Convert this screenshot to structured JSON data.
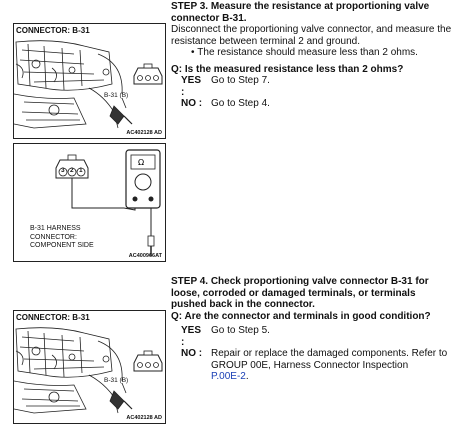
{
  "figures": {
    "fig1": {
      "title": "CONNECTOR: B-31",
      "callout": "B-31 (B)",
      "code": "AC402128 AD"
    },
    "fig2": {
      "caption_lines": [
        "B-31 HARNESS",
        "CONNECTOR:",
        "COMPONENT SIDE"
      ],
      "code": "AC400966AT",
      "pins": [
        "3",
        "2",
        "1"
      ]
    },
    "fig3": {
      "title": "CONNECTOR: B-31",
      "callout": "B-31 (B)",
      "code": "AC402128 AD"
    }
  },
  "step3": {
    "heading_l1": "STEP 3. Measure the resistance at proportioning valve",
    "heading_l2": "connector B-31.",
    "body_l1": "Disconnect the proportioning valve connector, and measure the",
    "body_l2": "resistance between terminal 2 and ground.",
    "bullet": "The resistance should measure less than 2 ohms.",
    "question": "Q: Is the measured resistance less than 2 ohms?",
    "yes_key": "YES :",
    "yes_text": "Go to Step 7.",
    "no_key": "NO :",
    "no_text": "Go to Step 4."
  },
  "step4": {
    "heading_l1": "STEP 4. Check proportioning valve connector B-31 for",
    "heading_l2": "loose, corroded or damaged terminals, or terminals",
    "heading_l3": "pushed back in the connector.",
    "question": "Q: Are the connector and terminals in good condition?",
    "yes_key": "YES :",
    "yes_text": "Go to Step 5.",
    "no_key": "NO :",
    "no_text_l1": "Repair or replace the damaged components. Refer to",
    "no_text_l2": "GROUP 00E, Harness Connector Inspection",
    "no_link": "P.00E-2",
    "no_tail": "."
  }
}
